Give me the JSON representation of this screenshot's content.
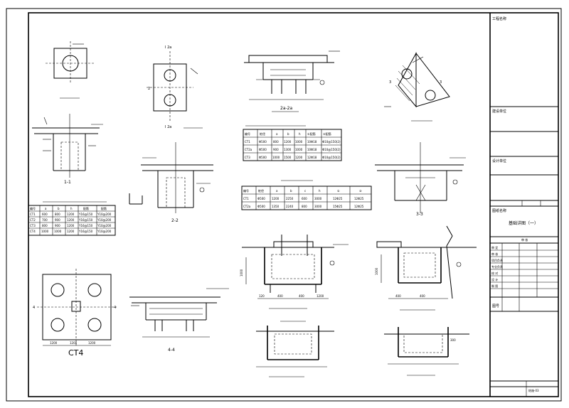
{
  "labels": {
    "ct4": "CT4",
    "s11": "1-1",
    "s22": "2-2",
    "s33": "3-3",
    "s44": "4-4",
    "s2a": "2a-2a",
    "i2a_top": "I 2a",
    "i2a_bot": "I 2a",
    "n1": "1",
    "n2": "2",
    "n3": "3",
    "n4": "4",
    "d1200a": "1200",
    "d1200b": "1200",
    "d1200c": "1200",
    "d1200d": "1200",
    "d400a": "400",
    "d400b": "400",
    "d400c": "400",
    "d400d": "400",
    "d120": "120",
    "d1000a": "1000",
    "d1000b": "1000",
    "d300": "300"
  },
  "table1": {
    "header": [
      "编号",
      "a",
      "b",
      "h",
      "配筋",
      "配筋"
    ],
    "rows": [
      [
        "CT1",
        "600",
        "800",
        "1200",
        "Y16@150",
        "Y10@200"
      ],
      [
        "CT2",
        "700",
        "900",
        "1200",
        "Y16@150",
        "Y10@200"
      ],
      [
        "CT3",
        "800",
        "900",
        "1200",
        "Y16@150",
        "Y10@200"
      ],
      [
        "CT4",
        "1000",
        "1000",
        "1200",
        "Y16@150",
        "Y10@200"
      ]
    ]
  },
  "table2": {
    "header": [
      "编号",
      "桩径",
      "a",
      "b",
      "h",
      "①配筋",
      "②配筋"
    ],
    "rows": [
      [
        "CT1",
        "Φ500",
        "800",
        "1200",
        "1000",
        "10Φ18",
        "Φ10@150(2)"
      ],
      [
        "CT2a",
        "Φ500",
        "900",
        "1300",
        "1000",
        "10Φ18",
        "Φ10@150(2)"
      ],
      [
        "CT3",
        "Φ500",
        "1000",
        "1500",
        "1200",
        "12Φ18",
        "Φ10@150(2)"
      ]
    ]
  },
  "table3": {
    "header": [
      "编号",
      "桩径",
      "a",
      "b",
      "c",
      "h",
      "①",
      "②"
    ],
    "rows": [
      [
        "CT1",
        "Φ500",
        "1200",
        "2250",
        "600",
        "3000",
        "12Φ25",
        "12Φ25"
      ],
      [
        "CT2a",
        "Φ500",
        "1350",
        "2240",
        "800",
        "3000",
        "15Φ25",
        "12Φ25"
      ]
    ]
  },
  "title_block": {
    "project_label": "工程名称",
    "drawing_label": "建设单位",
    "design_label": "设计单位",
    "sheet_label": "图纸名称",
    "sheet_title": "基础详图（一）",
    "approval": "审 核",
    "rows": [
      "审 定",
      "审 核",
      "项目负责",
      "专业负责",
      "校 对",
      "设 计",
      "制 图"
    ],
    "footer": "图号",
    "number": "结施-03"
  }
}
